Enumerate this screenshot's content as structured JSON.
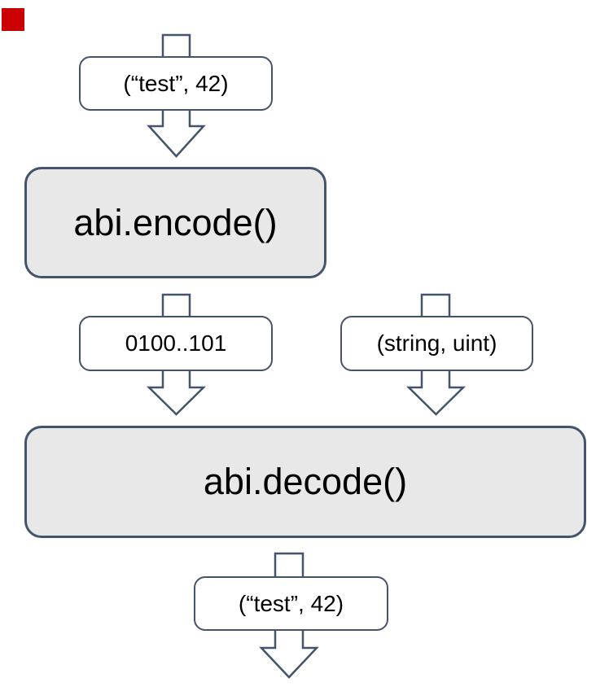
{
  "diagram": {
    "flow": {
      "input_label": "(“test”, 42)",
      "encode_label": "abi.encode()",
      "encoded_bytes_label": "0100..101",
      "types_label": "(string, uint)",
      "decode_label": "abi.decode()",
      "output_label": "(“test”, 42)"
    },
    "arrows": [
      "arrow-input-to-encode",
      "arrow-encoded-bytes-to-decode",
      "arrow-types-to-decode",
      "arrow-decode-to-output"
    ],
    "colors": {
      "border": "#44546a",
      "process_fill": "#e8e8e8",
      "label_fill": "#ffffff",
      "text": "#000000",
      "background": "#ffffff",
      "marker": "#cc0000"
    }
  }
}
